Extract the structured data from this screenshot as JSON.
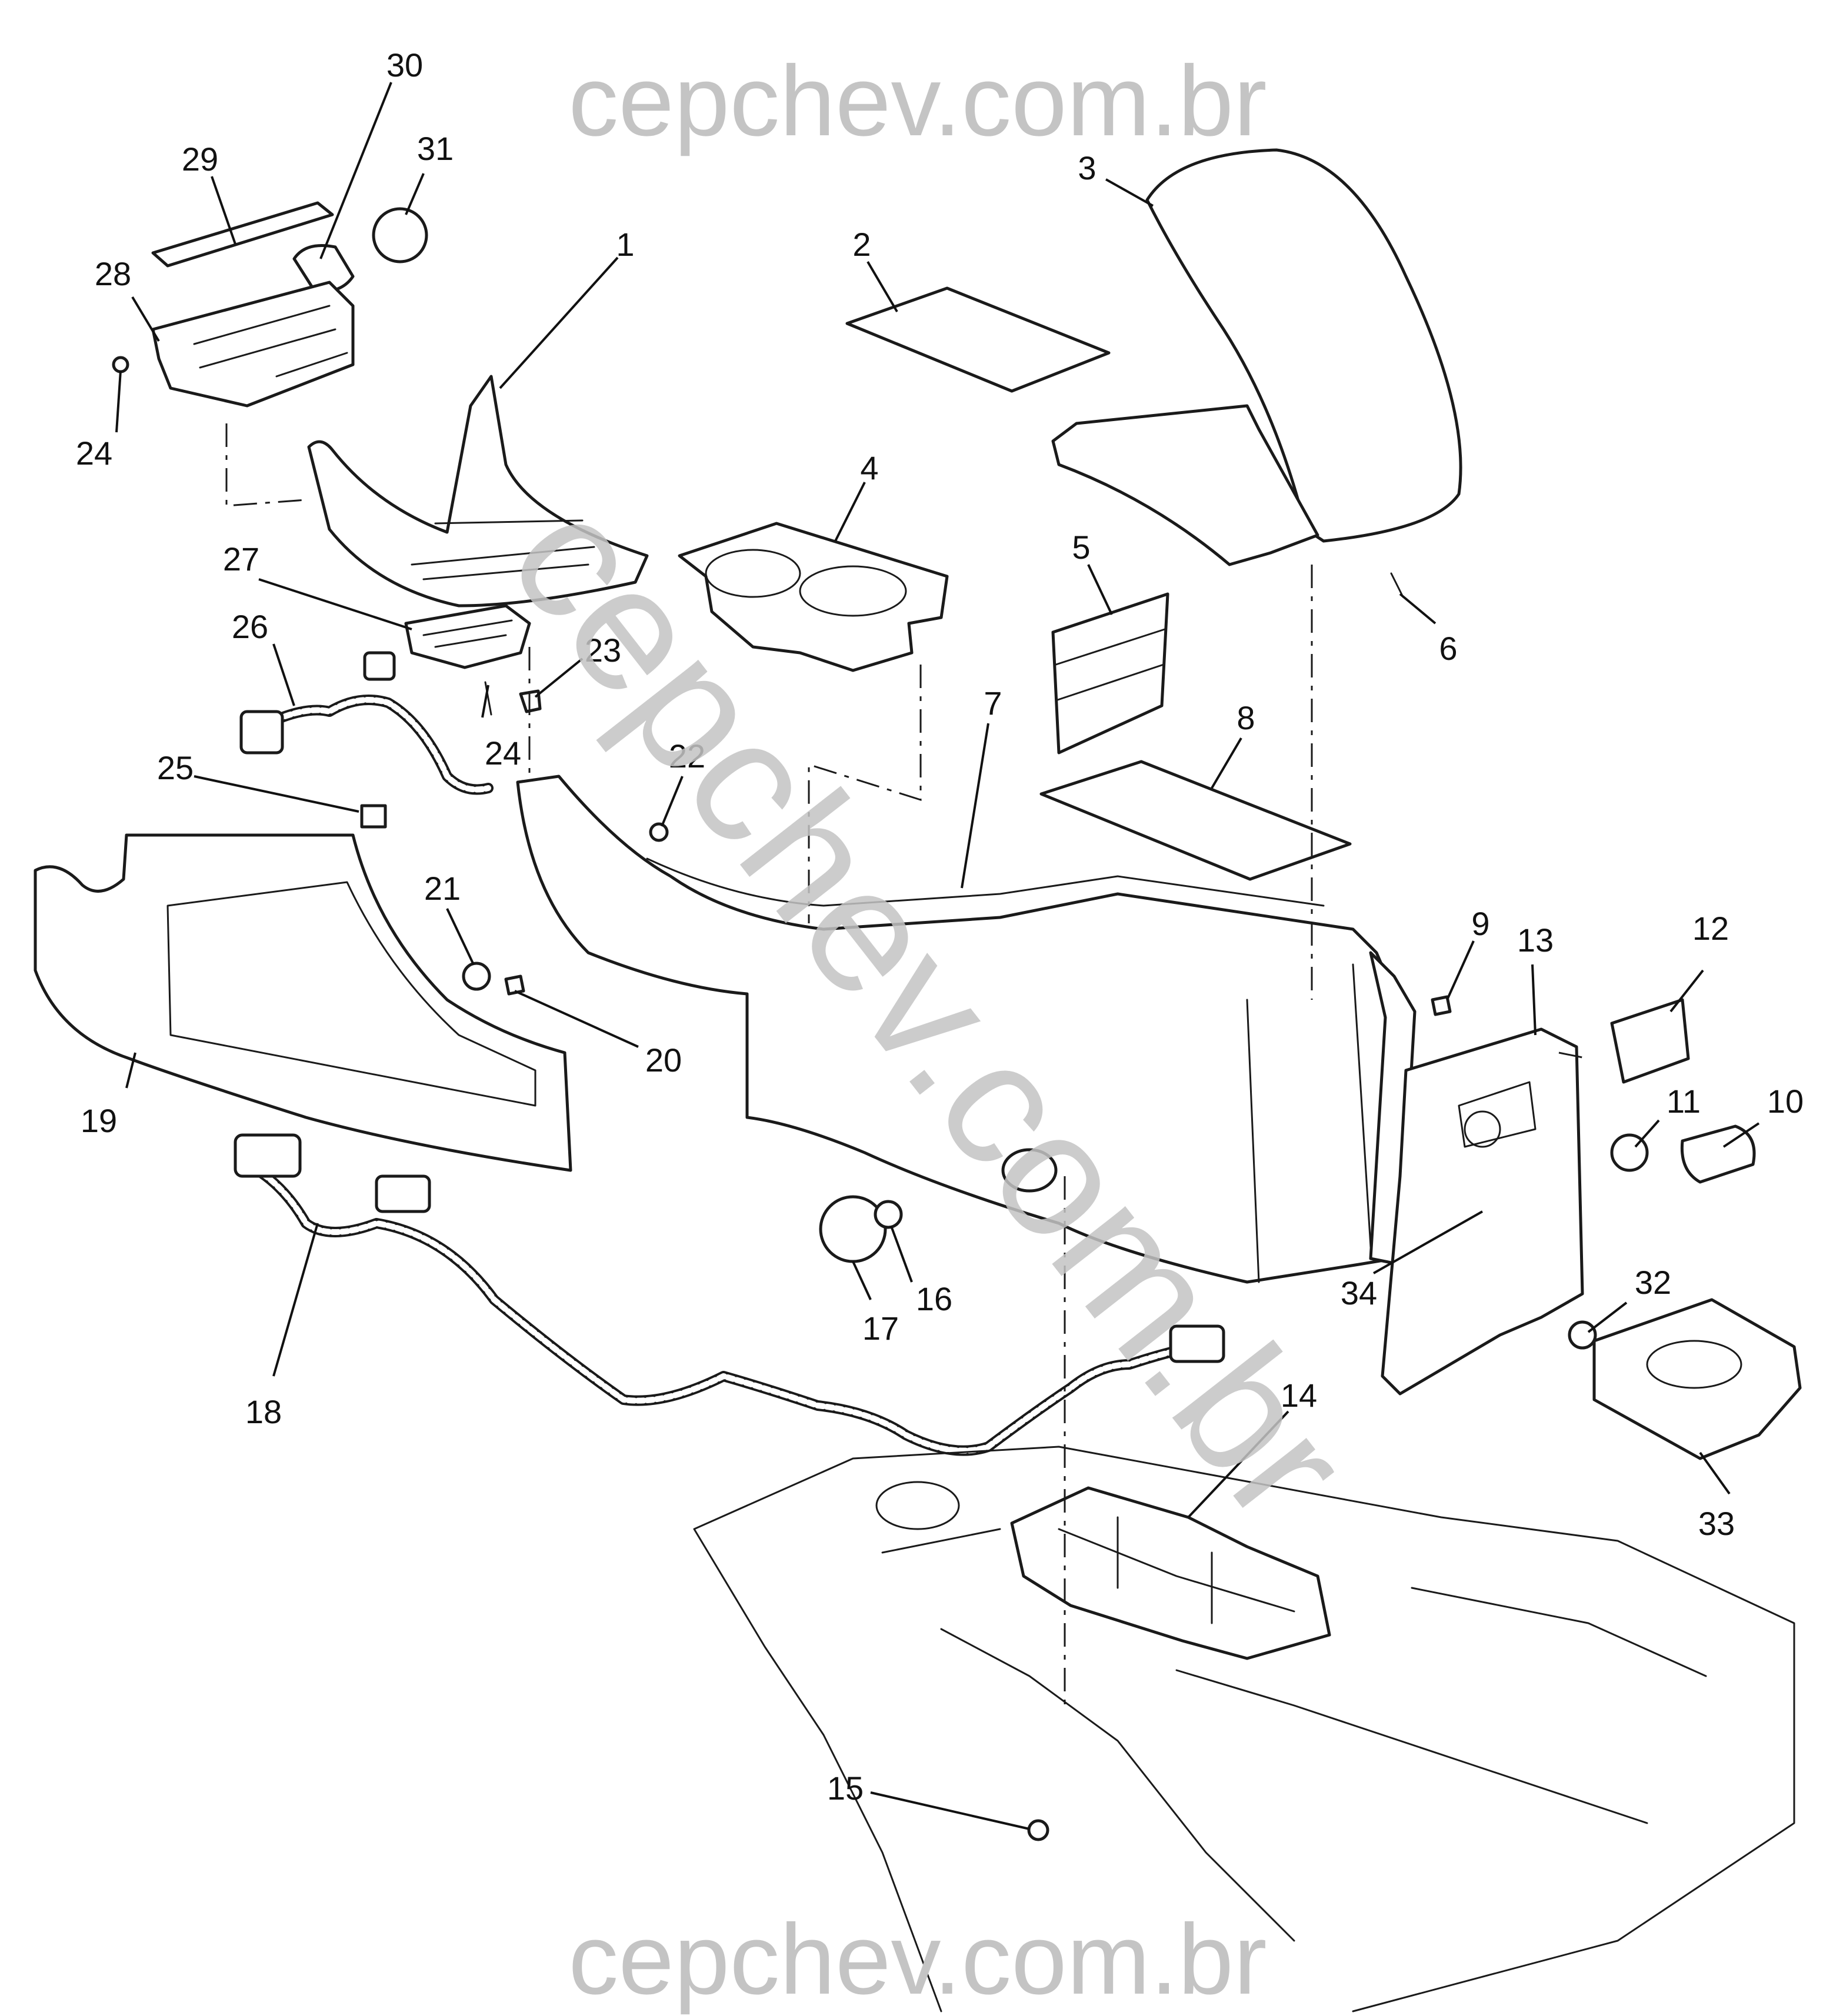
{
  "watermark": {
    "top": "cepchev.com.br",
    "bottom": "cepchev.com.br",
    "diagonal": "cepchev.com.br",
    "color": "#c4c4c4"
  },
  "callouts": [
    {
      "id": "1",
      "label": "1"
    },
    {
      "id": "2",
      "label": "2"
    },
    {
      "id": "3",
      "label": "3"
    },
    {
      "id": "4",
      "label": "4"
    },
    {
      "id": "5",
      "label": "5"
    },
    {
      "id": "6",
      "label": "6"
    },
    {
      "id": "7",
      "label": "7"
    },
    {
      "id": "8",
      "label": "8"
    },
    {
      "id": "9",
      "label": "9"
    },
    {
      "id": "10",
      "label": "10"
    },
    {
      "id": "11",
      "label": "11"
    },
    {
      "id": "12",
      "label": "12"
    },
    {
      "id": "13",
      "label": "13"
    },
    {
      "id": "14",
      "label": "14"
    },
    {
      "id": "15",
      "label": "15"
    },
    {
      "id": "16",
      "label": "16"
    },
    {
      "id": "17",
      "label": "17"
    },
    {
      "id": "18",
      "label": "18"
    },
    {
      "id": "19",
      "label": "19"
    },
    {
      "id": "20",
      "label": "20"
    },
    {
      "id": "21",
      "label": "21"
    },
    {
      "id": "22",
      "label": "22"
    },
    {
      "id": "23",
      "label": "23"
    },
    {
      "id": "24a",
      "label": "24"
    },
    {
      "id": "24b",
      "label": "24"
    },
    {
      "id": "25",
      "label": "25"
    },
    {
      "id": "26",
      "label": "26"
    },
    {
      "id": "27",
      "label": "27"
    },
    {
      "id": "28",
      "label": "28"
    },
    {
      "id": "29",
      "label": "29"
    },
    {
      "id": "30",
      "label": "30"
    },
    {
      "id": "31",
      "label": "31"
    },
    {
      "id": "32",
      "label": "32"
    },
    {
      "id": "33",
      "label": "33"
    },
    {
      "id": "34",
      "label": "34"
    }
  ]
}
